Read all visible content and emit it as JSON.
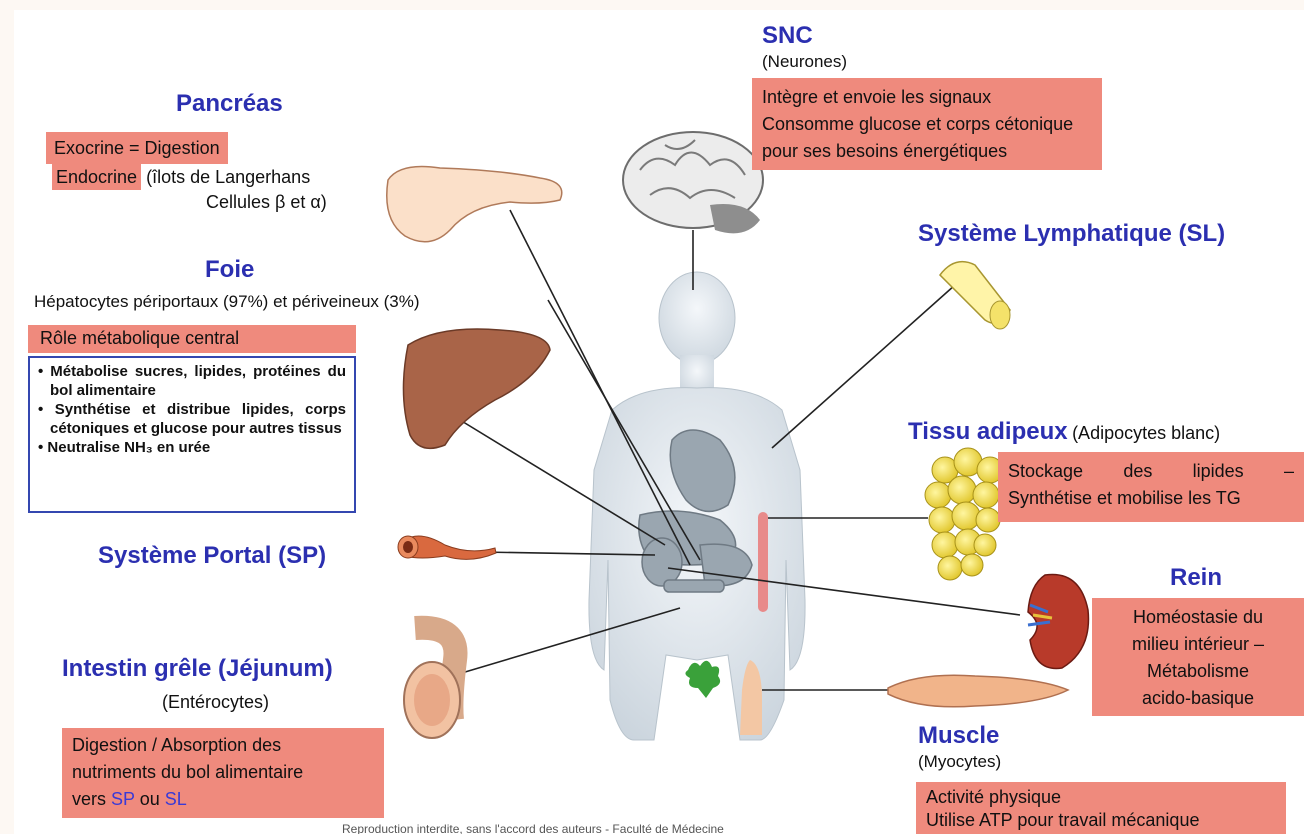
{
  "pancreas": {
    "title": "Pancréas",
    "exocrine": "Exocrine   = Digestion",
    "endocrine": "Endocrine",
    "ilots": "(îlots de Langerhans",
    "cells": "Cellules β et α)"
  },
  "foie": {
    "title": "Foie",
    "subtitle": "Hépatocytes périportaux (97%) et périveineux (3%)",
    "role": "Rôle métabolique central",
    "items": [
      "• Métabolise sucres, lipides, protéines du bol alimentaire",
      "• Synthétise et distribue lipides, corps cétoniques et glucose pour autres tissus",
      "• Neutralise NH₃ en urée"
    ]
  },
  "portal": {
    "title": "Système Portal (SP)"
  },
  "intestin": {
    "title": "Intestin grêle (Jéjunum)",
    "cells": "(Entérocytes)",
    "line1": "Digestion / Absorption des",
    "line2": "nutriments du bol alimentaire",
    "line3_pre": "vers ",
    "sp": "SP",
    "or": " ou ",
    "sl": "SL"
  },
  "snc": {
    "title": "SNC",
    "cells": "(Neurones)",
    "lines": [
      "Intègre et envoie les signaux",
      "Consomme glucose et corps cétonique",
      "pour ses besoins énergétiques"
    ]
  },
  "lymph": {
    "title": "Système Lymphatique (SL)"
  },
  "adipeux": {
    "title": "Tissu adipeux",
    "cells": "(Adipocytes blanc)",
    "line1": "Stockage des lipides –",
    "line2": "Synthétise et mobilise les TG"
  },
  "rein": {
    "title": "Rein",
    "lines": [
      "Homéostasie du",
      "milieu intérieur –",
      "Métabolisme",
      "acido-basique"
    ]
  },
  "muscle": {
    "title": "Muscle",
    "cells": "(Myocytes)",
    "line1": "Activité physique",
    "line2": "Utilise ATP pour travail mécanique"
  },
  "footer": "Reproduction interdite, sans l'accord des auteurs - Faculté de Médecine",
  "colors": {
    "title_blue": "#2b2fb0",
    "box_salmon": "#ef8a7d",
    "list_border": "#3447b0"
  }
}
